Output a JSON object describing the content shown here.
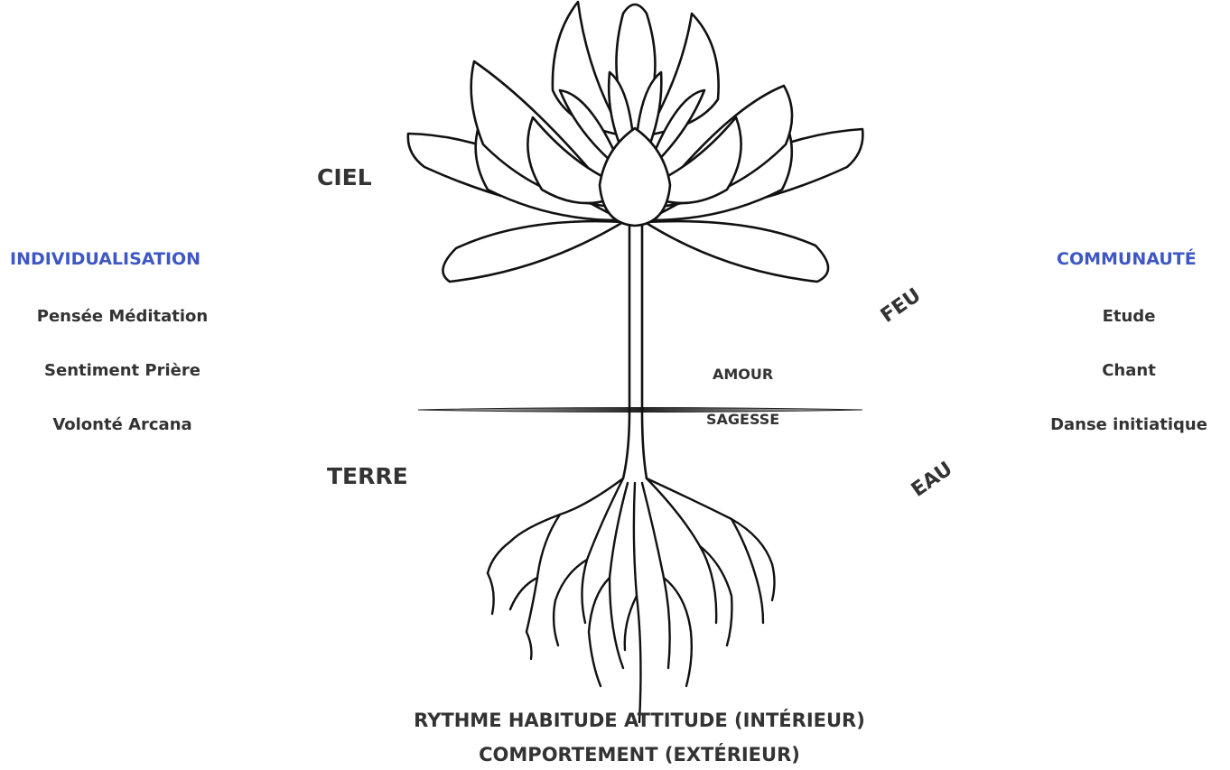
{
  "left": {
    "heading": "INDIVIDUALISATION",
    "items": [
      "Pensée Méditation",
      "Sentiment Prière",
      "Volonté Arcana"
    ]
  },
  "right": {
    "heading": "COMMUNAUTÉ",
    "items": [
      "Etude",
      "Chant",
      "Danse initiatique"
    ]
  },
  "labels": {
    "ciel": "CIEL",
    "terre": "TERRE",
    "feu": "FEU",
    "eau": "EAU",
    "amour": "AMOUR",
    "sagesse": "SAGESSE"
  },
  "bottom": {
    "line1": "RYTHME HABITUDE ATTITUDE (INTÉRIEUR)",
    "line2": "COMPORTEMENT (EXTÉRIEUR)"
  },
  "colors": {
    "accent": "#3d57c4",
    "text": "#333333",
    "line": "#111111"
  }
}
